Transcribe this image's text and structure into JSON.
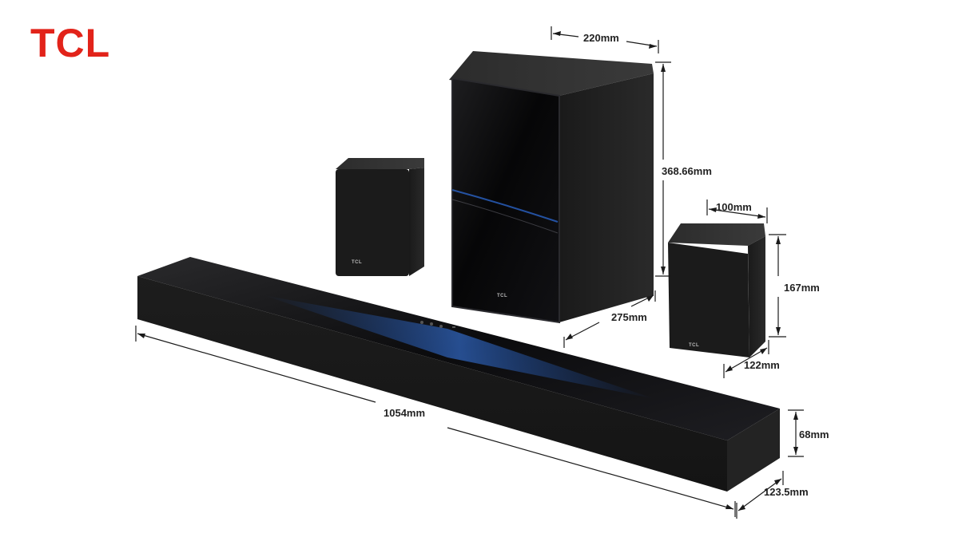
{
  "brand": {
    "logo_text": "TCL",
    "color": "#e2231a"
  },
  "product_labels": {
    "speaker_logo": "TCL"
  },
  "dimensions": {
    "subwoofer_width": "220mm",
    "subwoofer_height": "368.66mm",
    "subwoofer_depth": "275mm",
    "satellite_width": "100mm",
    "satellite_height": "167mm",
    "satellite_depth": "122mm",
    "soundbar_length": "1054mm",
    "soundbar_height": "68mm",
    "soundbar_depth": "123.5mm"
  }
}
